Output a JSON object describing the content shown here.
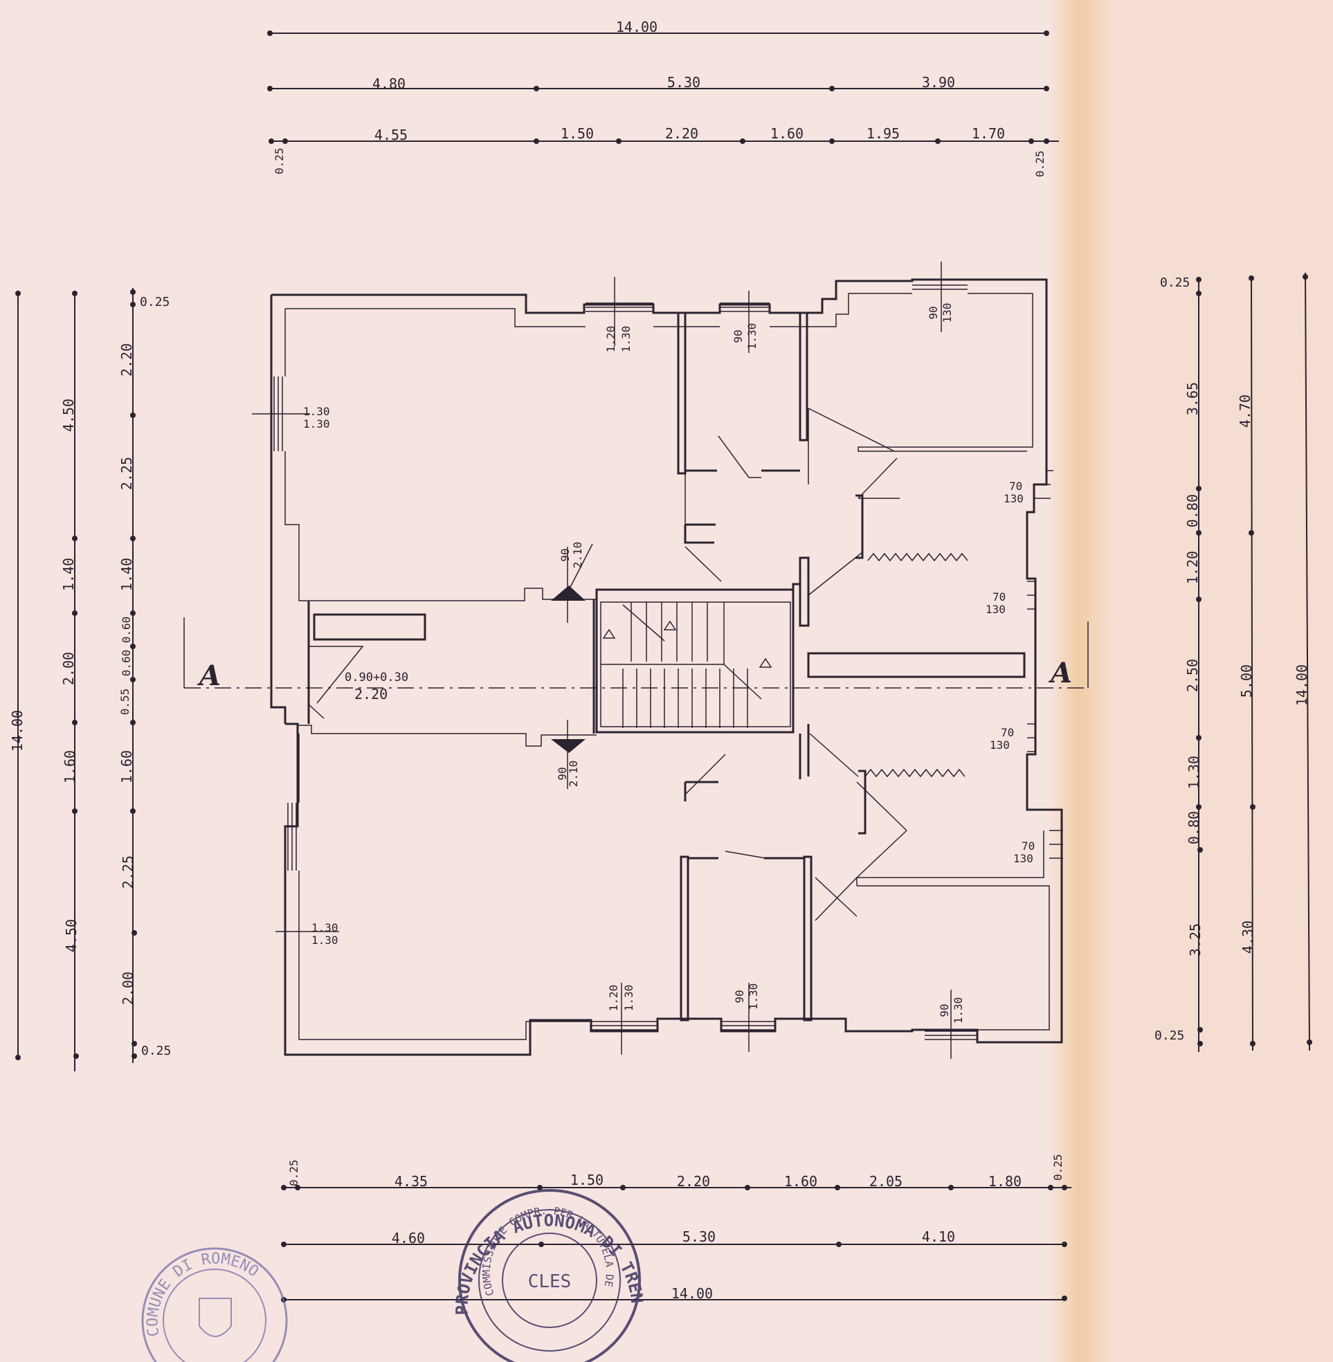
{
  "colors": {
    "paper": "#f6e4e0",
    "paper_fold": "#f3d2b0",
    "ink": "#2a2330",
    "stamp_blue": "#6c6aa8",
    "stamp_dark": "#3d3560"
  },
  "dimensions": {
    "top": {
      "total": "14.00",
      "row2": [
        "4.80",
        "5.30",
        "3.90"
      ],
      "row3": [
        "4.55",
        "1.50",
        "2.20",
        "1.60",
        "1.95",
        "1.70"
      ],
      "end_left": "0.25",
      "end_right": "0.25"
    },
    "bottom": {
      "row1": [
        "4.35",
        "1.50",
        "2.20",
        "1.60",
        "2.05",
        "1.80"
      ],
      "end_left": "0.25",
      "end_right": "0.25",
      "row2": [
        "4.60",
        "5.30",
        "4.10"
      ],
      "total": "14.00"
    },
    "left": {
      "total": "14.00",
      "col2": [
        "4.50",
        "1.40",
        "2.00",
        "1.60",
        "4.50"
      ],
      "col3": [
        "2.20",
        "2.25",
        "1.40",
        "0.60",
        "0.60",
        "0.55",
        "1.60",
        "2.25",
        "2.00"
      ],
      "end_top": "0.25",
      "end_bottom": "0.25"
    },
    "right": {
      "col1": [
        "3.65",
        "0.80",
        "1.20",
        "2.50",
        "1.30",
        "0.80",
        "3.25"
      ],
      "end_top": "0.25",
      "end_bottom": "0.25",
      "col2": [
        "4.70",
        "5.00",
        "4.30"
      ],
      "total": "14.00"
    }
  },
  "openings": {
    "w_top_left": [
      "1.20",
      "1.30"
    ],
    "w_top_mid": [
      "90",
      "1.30"
    ],
    "w_top_right": [
      "90",
      "130"
    ],
    "w_left_top": [
      "1.30",
      "1.30"
    ],
    "w_left_bottom": [
      "1.30",
      "1.30"
    ],
    "w_bottom_left": [
      "1.20",
      "1.30"
    ],
    "w_bottom_mid": [
      "90",
      "1.30"
    ],
    "w_bottom_right": [
      "90",
      "1.30"
    ],
    "w_right_1": [
      "70",
      "130"
    ],
    "w_right_2": [
      "70",
      "130"
    ],
    "w_right_3": [
      "70",
      "130"
    ],
    "w_right_4": [
      "70",
      "130"
    ],
    "door_top": [
      "90",
      "2.10"
    ],
    "door_bottom": [
      "90",
      "2.10"
    ],
    "entrance": [
      "0.90+0.30",
      "2.20"
    ]
  },
  "section": {
    "left": "A",
    "right": "A"
  },
  "stamps": {
    "round_left": "COMUNE DI ROMENO",
    "round_right_outer": "PROVINCIA AUTONOMA DI TRENTO",
    "round_right_inner": "COMMISSIONE COMPR. PER LA TUTELA DEL PAESAGGIO",
    "round_right_center": "CLES"
  }
}
